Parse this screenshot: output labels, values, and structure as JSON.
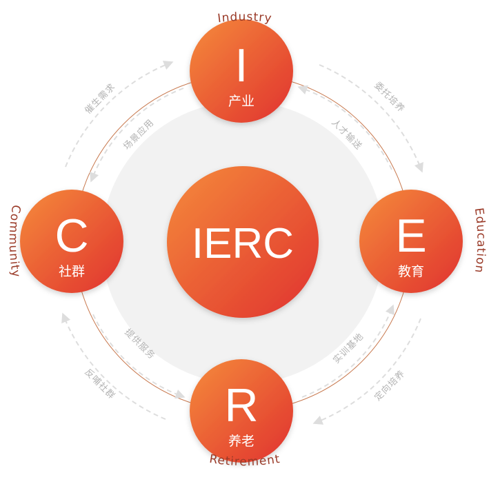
{
  "colors": {
    "accent_light": "#f58b3c",
    "accent_dark": "#e0322e",
    "ring_line": "#c8794f",
    "en_label": "#9a3a28",
    "flow_text": "#b3b3b3",
    "dash": "#dddddd",
    "center_backdrop": "#f2f2f2"
  },
  "center": {
    "label": "IERC"
  },
  "nodes": {
    "industry": {
      "letter": "I",
      "cn": "产业",
      "en": "Industry"
    },
    "education": {
      "letter": "E",
      "cn": "教育",
      "en": "Education"
    },
    "retirement": {
      "letter": "R",
      "cn": "养老",
      "en": "Retirement"
    },
    "community": {
      "letter": "C",
      "cn": "社群",
      "en": "Community"
    }
  },
  "flows": {
    "outer": {
      "industry_to_education": "委托培养",
      "education_to_retirement": "定向培养",
      "retirement_to_community": "反哺社群",
      "community_to_industry": "催生需求"
    },
    "inner": {
      "education_to_industry": "人才输送",
      "retirement_to_education": "实训基地",
      "community_to_retirement": "提供服务",
      "industry_to_community": "场景应用"
    }
  }
}
